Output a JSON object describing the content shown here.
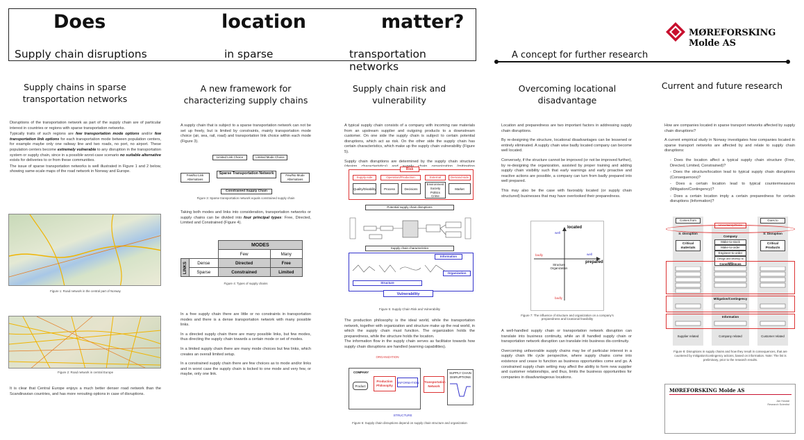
{
  "header": {
    "title_words": [
      "Does",
      "location",
      "matter?"
    ],
    "subtitle_parts": [
      "Supply chain disruptions",
      "in sparse",
      "transportation networks"
    ],
    "concept": "A concept for further research",
    "org_logo": "MØREFORSKING Molde AS"
  },
  "col1": {
    "title": "Supply chains in sparse transportation networks",
    "p1": "Disruptions of the transportation network as part of the supply chain are of particular interest in countries or regions with sparse transportation networks.",
    "p2a": "Typically traits of such regions are ",
    "p2b": "few transportation mode options",
    "p2c": " and/or ",
    "p2d": "few transportation link options",
    "p2e": " for each transportation mode between population centers, for example maybe only one railway line and two roads, no port, no airport. These population centers become ",
    "p2f": "extremely vulnerable",
    "p2g": " to any disruption in the transportation system or supply chain, since in a possible worst-case scenario ",
    "p2h": "no suitable alternative",
    "p2i": " exists for deliveries to or from these communities.",
    "p3": "The issue of sparse transportation networks is well illustrated in Figure 1 and 2 below, showing same-scale maps of the road network in Norway and Europe.",
    "fig1_cap": "Figure 1: Road network in the central part of Norway",
    "fig2_cap": "Figure 2: Road network in central Europe",
    "p4": "It is clear that Central Europe enjoys a much better denser road network than the Scandinavian countries, and has more rerouting options in case of disruptions."
  },
  "col2": {
    "title": "A new framework for characterizing supply chains",
    "p1": "A supply chain that is subject to a sparse transportation network can not be set up freely, but is limited by constraints, mainly transportation mode choice (air, sea, rail, road) and transportation link choice within each mode (Figure 3).",
    "fig3": {
      "limited_link": "Limited Link Choice",
      "limited_mode": "Limited Mode Choice",
      "few_link": "Few/No Link Alternatives",
      "center": "Sparse Transportation Network",
      "few_mode": "Few/No Mode Alternatives",
      "bottom": "Constrained Supply Chain"
    },
    "fig3_cap": "Figure 3: Sparse transportation network equals constrained supply chain",
    "p2a": "Taking both modes and links into consideration, transportation networks or supply chains can be divided into ",
    "p2b": "four principal types",
    "p2c": ": Free, Directed, Limited and Constrained (Figure 4).",
    "table": {
      "modes": "MODES",
      "few": "Few",
      "many": "Many",
      "links": "LINKS",
      "dense": "Dense",
      "sparse": "Sparse",
      "directed": "Directed",
      "free": "Free",
      "constrained": "Constrained",
      "limited": "Limited"
    },
    "fig4_cap": "Figure 4: Types of supply chains",
    "p3": "In a free supply chain there are little or no constraints in transportation modes and there is a dense transportation network with many possible links.",
    "p4": "In a directed supply chain there are many possible links, but few modes, thus directing the supply chain towards a certain mode or set of modes.",
    "p5": "In a limited supply chain there are many mode choices but few links, which creates an overall limited setup.",
    "p6": "In a constrained supply chain there are few choices as to mode and/or links and in worst case the supply chain is locked to one mode and very few, or maybe, only one link."
  },
  "col3": {
    "title": "Supply chain risk and vulnerability",
    "p1": "A typical supply chain consists of a company with incoming raw materials from an upstream supplier and outgoing products to a downstream customer. On one side the supply chain is subject to certain potential disruptions, which act as risk. On the other side the supply chain has certain characteristics, which make up the supply chain vulnerability (Figure 5).",
    "p2": "Supply chain disruptions are determined by the supply chain structure (design characteristics) and supply chain organization (mitigation capabilities).",
    "fig5": {
      "risk": "Risk",
      "supply": "Supply-side",
      "operation": "Operation/Production",
      "external": "External",
      "demand": "Demand-side",
      "q": "Quality/Disability",
      "pr": "Process",
      "de": "Decisions",
      "env": "Environment",
      "so": "Society",
      "po": "Politics",
      "cr": "Crime",
      "ma": "Market",
      "pot": "Potential supply chain disruptions",
      "char": "Supply chain characteristics",
      "info": "Information",
      "struct": "Structure",
      "org": "Organization",
      "vuln": "Vulnerability"
    },
    "fig5_cap": "Figure 5: Supply Chain Risk and Vulnerability",
    "p3": "The production philosophy is the ideal world, while the transportation network, together with organization and structure make up the real world, in which the supply chain must function. The organization holds the preparedness, while the structure holds the location.",
    "p4": "The information flow in the supply chain serves as facilitator towards how supply chain disruptions are handled (warning capabilities).",
    "fig6": {
      "orgz": "ORGANIZATION",
      "company": "COMPANY",
      "product": "Product",
      "prod_phil": "Production Philosophy",
      "info": "INFORMATION",
      "trans": "Transportation Network",
      "disr": "SUPPLY CHAIN DISRUPTIONS",
      "structure": "STRUCTURE"
    },
    "fig6_cap": "Figure 6: Supply chain disruptions depend on supply chain structure and organization"
  },
  "col4": {
    "title": "Overcoming locational disadvantage",
    "p1": "Location and preparedness are two important factors in addressing supply chain disruptions.",
    "p2": "By re-designing the structure, locational disadvantages can be lessened or entirely eliminated. A supply chain wise badly located company can become well located.",
    "p3": "Conversely, if the structure cannot be improved (or not be improved further), by re-designing the organization, assisted by proper training and adding supply chain visibility such that early warnings and early proactive and reactive actions are possible, a company can turn from badly prepared into well prepared.",
    "p4": "This may also be the case with favorably located (or supply chain structured) businesses that may have overlooked their preparedness.",
    "fig7": {
      "located": "located",
      "prepared": "prepared",
      "well": "well",
      "badly": "badly",
      "center": "Structure Organization"
    },
    "fig7_cap": "Figure 7: The influence of structure and organization on a company's preparedness and locational feasibility",
    "p5": "A well-handled supply chain or transportation network disruption can translate into business continuity, while an ill handled supply chain or transportation network disruption can translate into business dis-continuity.",
    "p6": "Overcoming unfavorable supply chains may be of particular interest in a supply chain life cycle perspective, where supply chains come into existence and cease to function as business opportunities come and go. A constrained supply chain setting may affect the ability to form new supplier and customer relationships, and thus, limits the business opportunities for companies in disadvantageous locations."
  },
  "col5": {
    "title": "Current and future research",
    "p1": "How are companies located in sparse transport networks affected by supply chain disruptions?",
    "p2": "A current empirical study in Norway investigates how companies located in sparse transport networks are affected by and relate to supply chain disruptions:",
    "bullets": [
      "Does the location affect a typical supply chain structure (Free, Directed, Limited, Constrained)?",
      "Does the structure/location lead to typical supply chain disruptions (Consequences)?",
      "Does a certain location lead to typical countermeasures (Mitigation/Contingency)?",
      "Does a certain location imply a certain preparedness for certain disruptions (Information)?"
    ],
    "fig8": {
      "comes": "Comes from",
      "uncertainty": "Uncertainty/Risks",
      "goes": "Goes to",
      "s_disr": "S: Disruption",
      "critical_m": "Critical materials",
      "company": "Company",
      "make_stock": "Make-to-stock",
      "make_order": "Make-to-order",
      "engineer": "Engineer-to-order",
      "design": "Design and develop to order",
      "critical_p": "Critical Products",
      "consequences": "Consequences",
      "mitigation": "Mitigation/Contingency",
      "information": "Information",
      "supplier": "Supplier related",
      "comp_rel": "Company related",
      "customer": "Customer related"
    },
    "fig8_cap": "Figure 8: Disruptions in supply chains and how they result in consequences, that are countered by mitigation/contingency actions, based on information. Note: The list is preliminary, prior to the research results.",
    "card": {
      "org": "MØREFORSKING Molde AS",
      "name": "Jan Husdal",
      "role": "Research Scientist"
    }
  }
}
